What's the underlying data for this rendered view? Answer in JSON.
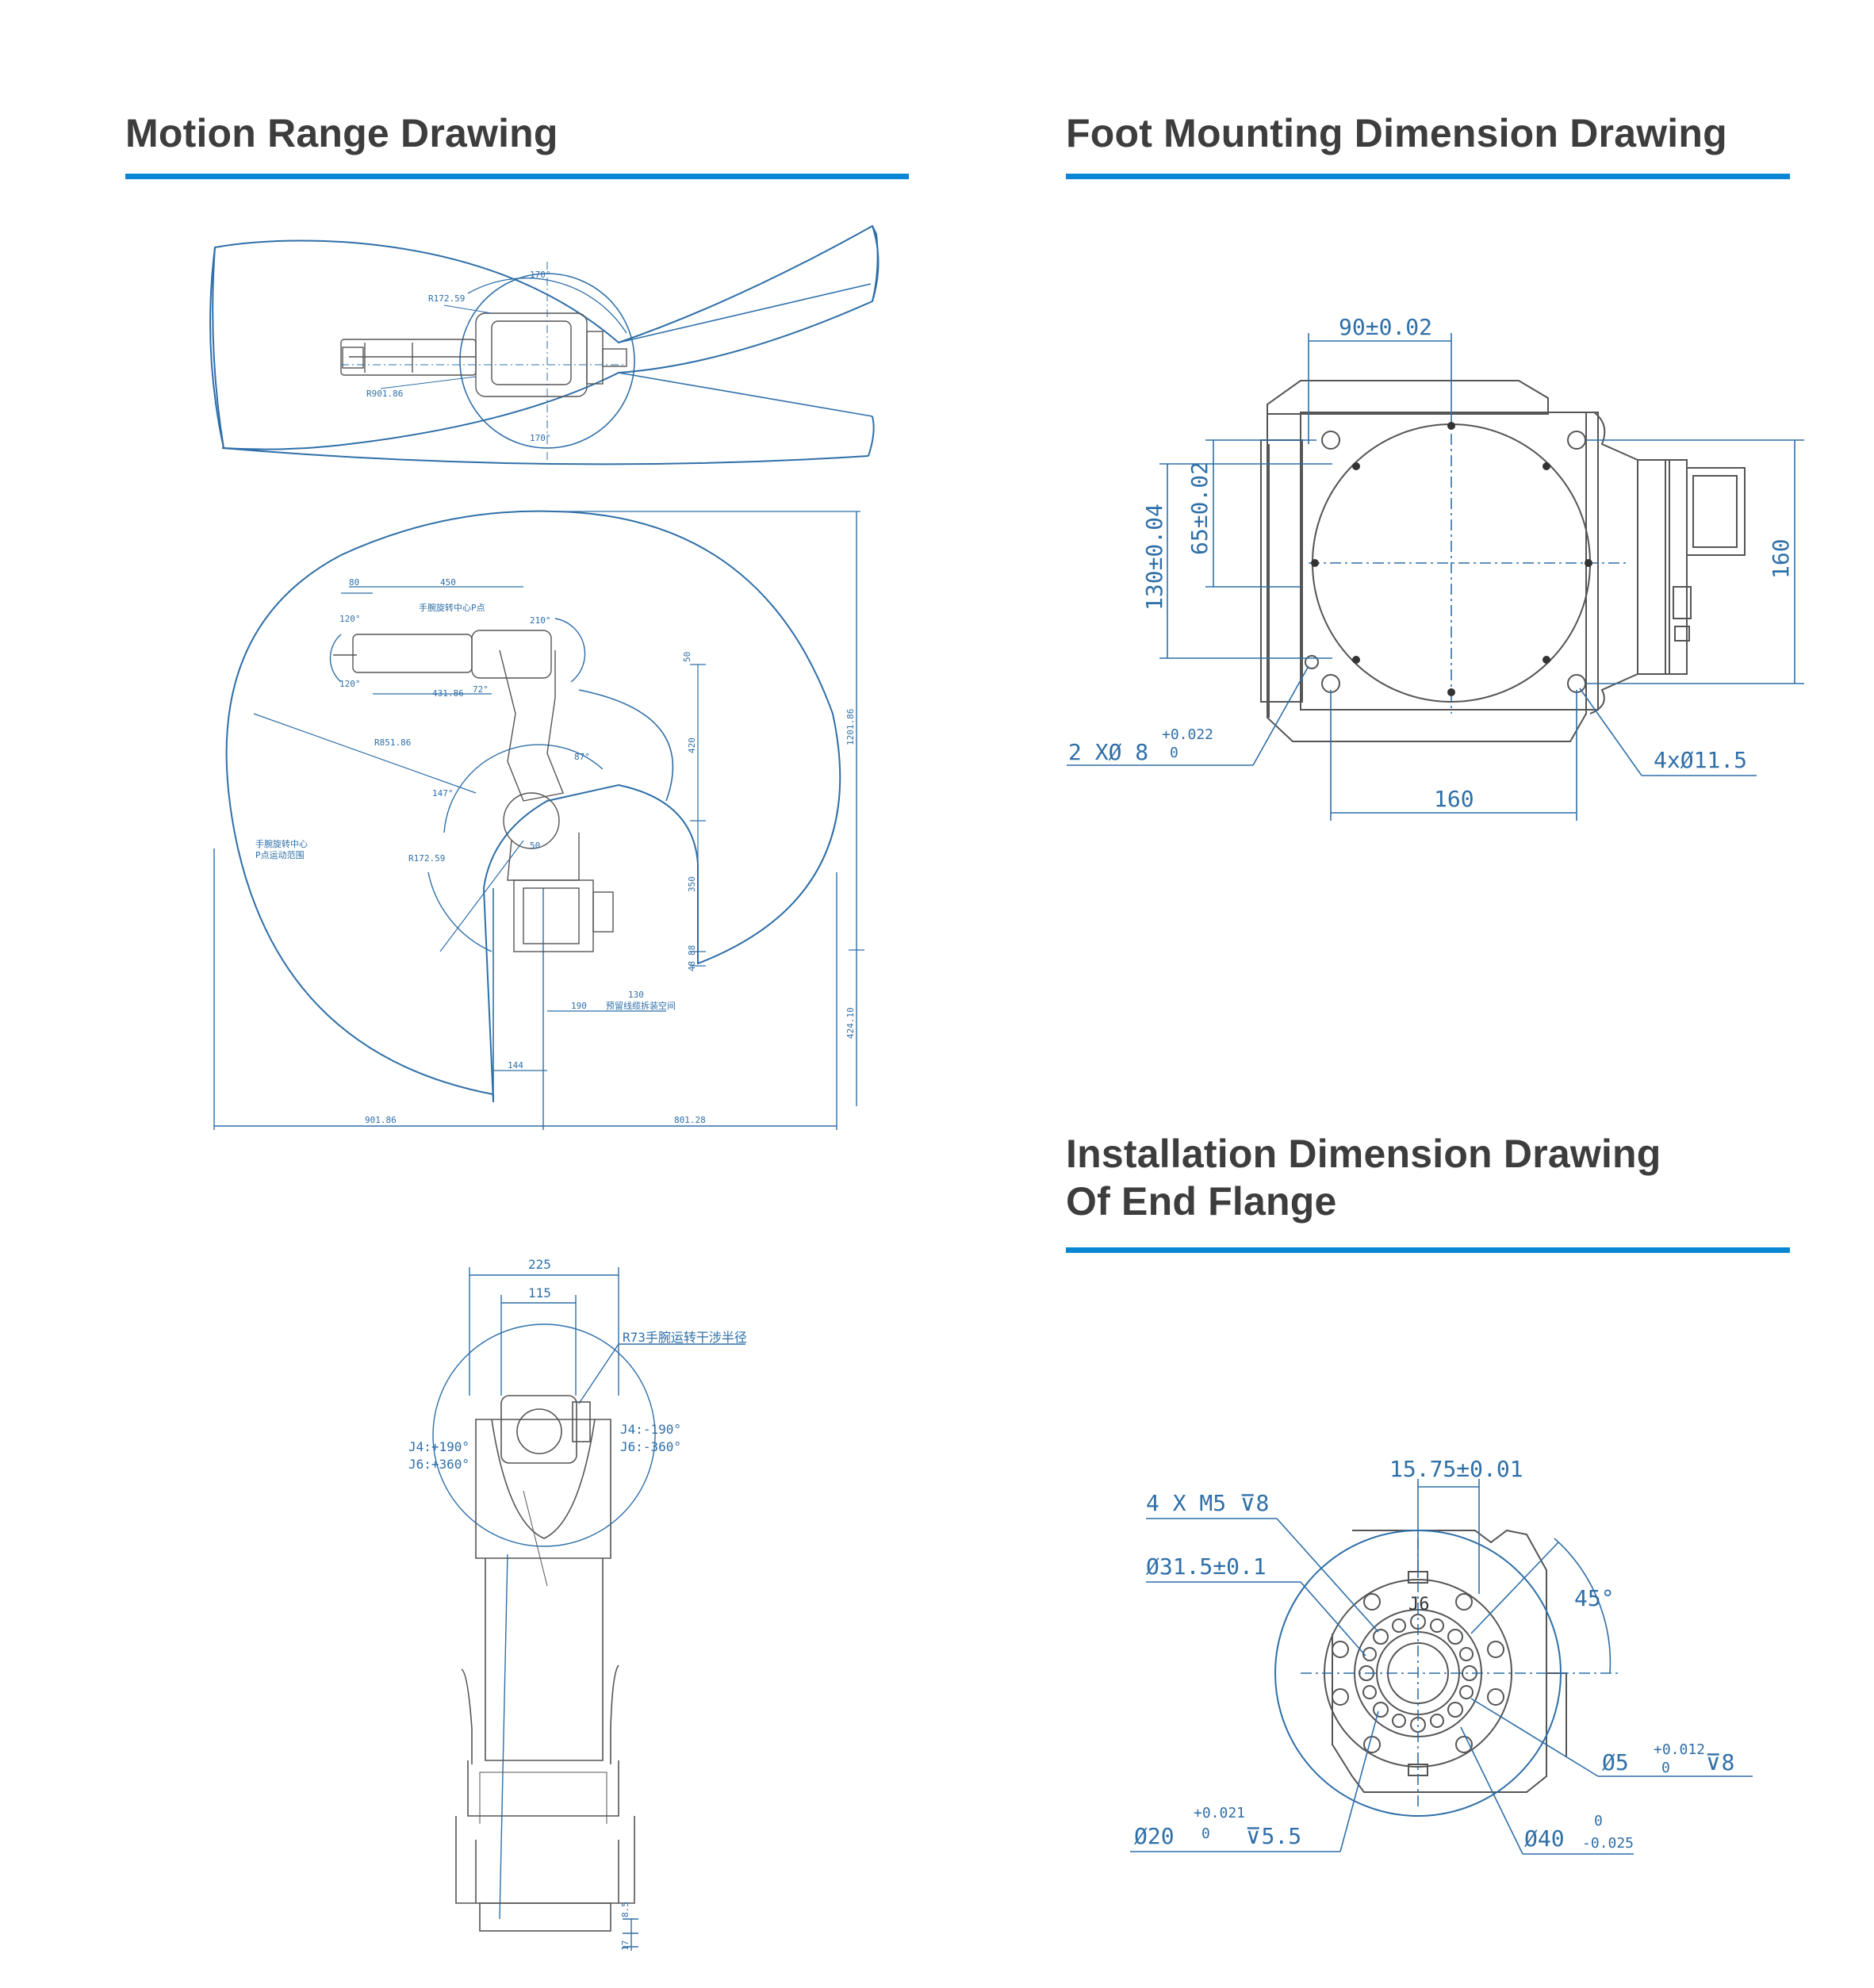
{
  "accent_color": "#0b86d4",
  "line_color": "#2f6fa8",
  "sections": {
    "motion": {
      "title": "Motion Range Drawing",
      "labels": {
        "top_angle_top": "170°",
        "top_angle_bottom": "170°",
        "top_radius_small": "R172.59",
        "top_radius_large": "R901.86",
        "dim_80": "80",
        "dim_450": "450",
        "dim_50": "50",
        "dim_420": "420",
        "dim_350": "350",
        "dim_88": "88",
        "dim_48": "48",
        "dim_1201_86": "1201.86",
        "dim_424_10": "424.10",
        "dim_190": "190",
        "dim_130": "130",
        "dim_144": "144",
        "dim_901_86": "901.86",
        "dim_801_28": "801.28",
        "dim_431_86": "431.86",
        "dim_r851": "R851.86",
        "dim_r172": "R172.59",
        "ang_120_top": "120°",
        "ang_120_bottom": "120°",
        "ang_210": "210°",
        "ang_72": "72°",
        "ang_87": "87°",
        "ang_147": "147°",
        "dim_50_small": "50",
        "cn_wrist_center": "手腕旋转中心P点",
        "cn_range_line1": "手腕旋转中心",
        "cn_range_line2": "P点运动范围",
        "cn_cable": "预留线缆拆装空间"
      }
    },
    "side": {
      "labels": {
        "dim_225": "225",
        "dim_115": "115",
        "radius_note": "R73手腕运转干涉半径",
        "j_left_1": "J4:+190°",
        "j_left_2": "J6:+360°",
        "j_right_1": "J4:-190°",
        "j_right_2": "J6:-360°",
        "dim_8_5": "8.5",
        "dim_17": "17"
      }
    },
    "foot": {
      "title": "Foot Mounting Dimension Drawing",
      "labels": {
        "top_dim": "90±0.02",
        "left_outer": "130±0.04",
        "left_inner": "65±0.02",
        "right_dim": "160",
        "bottom_dim": "160",
        "pin_callout": "2 XØ 8",
        "pin_tol_upper": "+0.022",
        "pin_tol_lower": "0",
        "hole_callout": "4xØ11.5"
      }
    },
    "flange": {
      "title_line1": "Installation Dimension Drawing",
      "title_line2": "Of End Flange",
      "labels": {
        "top_dim": "15.75±0.01",
        "thread_callout": "4 X M5 ⊽8",
        "pcd_callout": "Ø31.5±0.1",
        "angle": "45°",
        "flange_text": "J6",
        "pin_callout": "Ø5",
        "pin_tol_upper": "+0.012",
        "pin_tol_lower": "0",
        "pin_depth": "⊽8",
        "bore20": "Ø20",
        "bore20_tol_upper": "+0.021",
        "bore20_tol_lower": "0",
        "bore20_depth": "⊽5.5",
        "bore40": "Ø40",
        "bore40_tol_upper": "0",
        "bore40_tol_lower": "-0.025"
      }
    }
  }
}
